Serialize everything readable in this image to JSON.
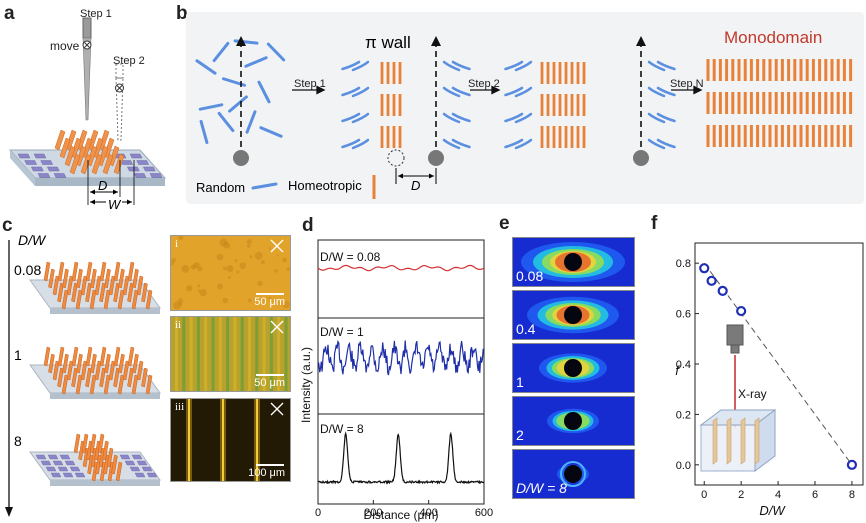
{
  "panels": {
    "a": "a",
    "b": "b",
    "c": "c",
    "d": "d",
    "e": "e",
    "f": "f"
  },
  "panel_a": {
    "step1": "Step 1",
    "step2": "Step 2",
    "move": "move",
    "d_label": "D",
    "w_label": "W"
  },
  "panel_b": {
    "pi_wall": "π wall",
    "monodomain": "Monodomain",
    "step1": "Step 1",
    "step2": "Step 2",
    "stepN": "Step N",
    "random": "Random",
    "homeotropic": "Homeotropic",
    "d_label": "D",
    "colors": {
      "blue": "#5b8fe0",
      "orange": "#e8823a",
      "title_red": "#c0392b"
    }
  },
  "panel_c": {
    "axis_label": "D/W",
    "ratios": [
      "0.08",
      "1",
      "8"
    ],
    "micrographs": [
      {
        "roman": "i",
        "scale": "50 μm"
      },
      {
        "roman": "ii",
        "scale": "50 μm"
      },
      {
        "roman": "iii",
        "scale": "100 μm"
      }
    ]
  },
  "panel_d": {
    "ylabel": "Intensity (a.u.)",
    "xlabel": "Distance (μm)",
    "traces": [
      {
        "label": "D/W = 0.08",
        "color": "#d32f2f"
      },
      {
        "label": "D/W = 1",
        "color": "#1f2fa8"
      },
      {
        "label": "D/W = 8",
        "color": "#111111"
      }
    ]
  },
  "panel_e": {
    "labels": [
      "0.08",
      "0.4",
      "1",
      "2",
      "D/W = 8"
    ]
  },
  "panel_f": {
    "xray": "X-ray"
  },
  "chart_data": [
    {
      "type": "line",
      "xlabel": "Distance (μm)",
      "ylabel": "Intensity (a.u.)",
      "xlim": [
        0,
        600
      ],
      "xticks": [
        0,
        200,
        400,
        600
      ],
      "series": [
        {
          "name": "D/W = 0.08",
          "peaks": []
        },
        {
          "name": "D/W = 1",
          "peaks": []
        },
        {
          "name": "D/W = 8",
          "peaks": [
            100,
            290,
            480
          ]
        }
      ]
    },
    {
      "type": "scatter",
      "xlabel": "D/W",
      "ylabel": "f",
      "xlim": [
        -0.5,
        8.6
      ],
      "ylim": [
        -0.08,
        0.88
      ],
      "xticks": [
        0,
        2,
        4,
        6,
        8
      ],
      "yticks": [
        0.0,
        0.2,
        0.4,
        0.6,
        0.8
      ],
      "points": [
        [
          0,
          0.78
        ],
        [
          0.4,
          0.73
        ],
        [
          1,
          0.69
        ],
        [
          2,
          0.61
        ],
        [
          8,
          0.0
        ]
      ],
      "fit_line": [
        [
          0,
          0.8
        ],
        [
          8,
          0.0
        ]
      ]
    }
  ]
}
